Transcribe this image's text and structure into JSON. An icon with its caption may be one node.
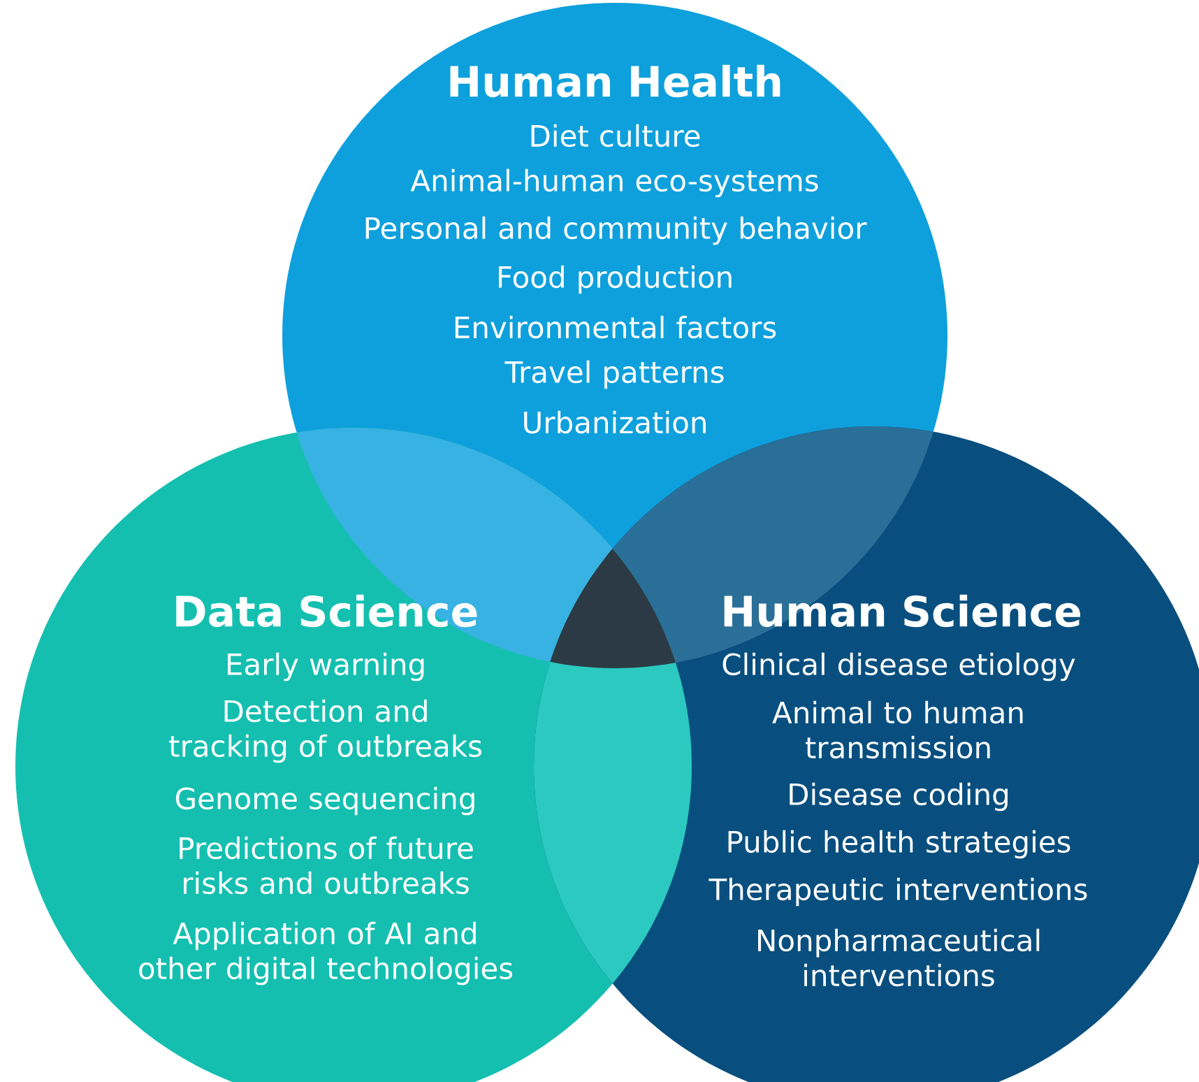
{
  "diagram": {
    "nodes": [
      {
        "text": [
          "Human Health",
          "Diet culture",
          "Animal-human eco-systems",
          "Personal and community behavior",
          "Food production",
          "Environmental factors",
          "Travel patterns",
          "Urbanization"
        ]
      },
      {
        "text": [
          "Data Science",
          "Early warning",
          "Detection and tracking of outbreaks",
          "Genome sequencing",
          "Predictions of future risks and outbreaks",
          "Application of AI and other digital technologies"
        ]
      },
      {
        "text": [
          "Human Science",
          "Clinical disease etiology",
          "Animal to human transmission",
          "Disease coding",
          "Public health strategies",
          "Therapeutic interventions",
          "Nonpharmaceutical interventions"
        ]
      }
    ]
  }
}
